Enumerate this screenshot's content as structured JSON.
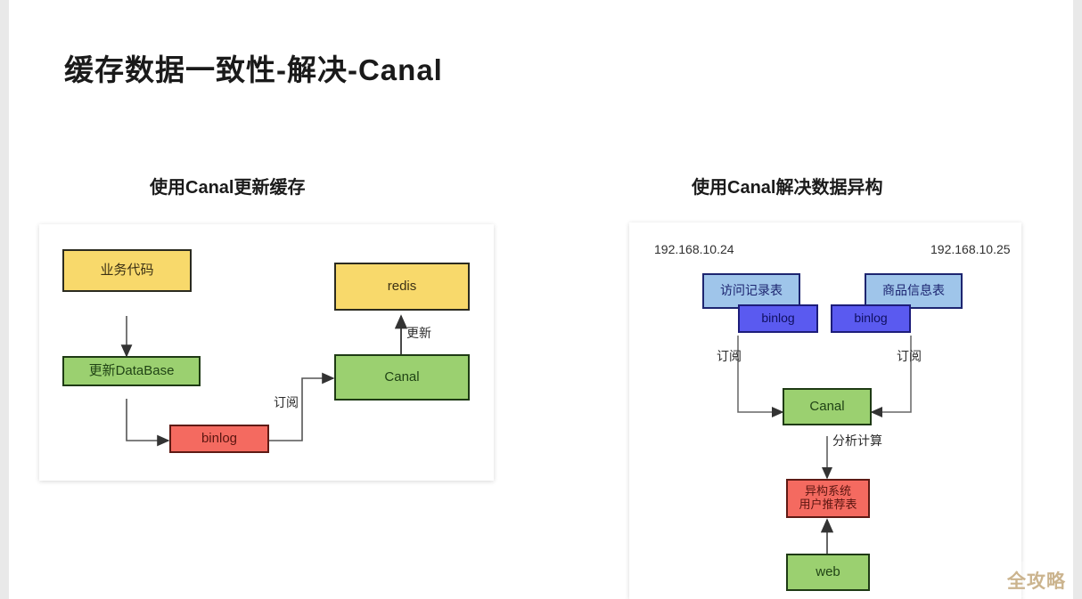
{
  "slide": {
    "title": "缓存数据一致性-解决-Canal",
    "watermark": "全攻略"
  },
  "left_section": {
    "heading": "使用Canal更新缓存",
    "nodes": [
      {
        "id": "business-code",
        "label": "业务代码",
        "color": "#f8d96b"
      },
      {
        "id": "update-database",
        "label": "更新DataBase",
        "color": "#9bd070"
      },
      {
        "id": "binlog",
        "label": "binlog",
        "color": "#f46a60"
      },
      {
        "id": "canal",
        "label": "Canal",
        "color": "#9bd070"
      },
      {
        "id": "redis",
        "label": "redis",
        "color": "#f8d96b"
      }
    ],
    "edge_labels": [
      {
        "id": "subscribe",
        "label": "订阅"
      },
      {
        "id": "update",
        "label": "更新"
      }
    ]
  },
  "right_section": {
    "heading": "使用Canal解决数据异构",
    "hosts": [
      {
        "id": "host-left",
        "ip": "192.168.10.24"
      },
      {
        "id": "host-right",
        "ip": "192.168.10.25"
      }
    ],
    "nodes": [
      {
        "id": "access-log-table",
        "label": "访问记录表",
        "color": "#9fc5ea"
      },
      {
        "id": "product-info-table",
        "label": "商品信息表",
        "color": "#9fc5ea"
      },
      {
        "id": "binlog-left",
        "label": "binlog",
        "color": "#5a5af0"
      },
      {
        "id": "binlog-right",
        "label": "binlog",
        "color": "#5a5af0"
      },
      {
        "id": "canal",
        "label": "Canal",
        "color": "#9bd070"
      },
      {
        "id": "hetero-system",
        "label_line1": "异构系统",
        "label_line2": "用户推荐表",
        "color": "#f46a60"
      },
      {
        "id": "web",
        "label": "web",
        "color": "#9bd070"
      }
    ],
    "edge_labels": [
      {
        "id": "subscribe-left",
        "label": "订阅"
      },
      {
        "id": "subscribe-right",
        "label": "订阅"
      },
      {
        "id": "analyze-compute",
        "label": "分析计算"
      }
    ]
  }
}
